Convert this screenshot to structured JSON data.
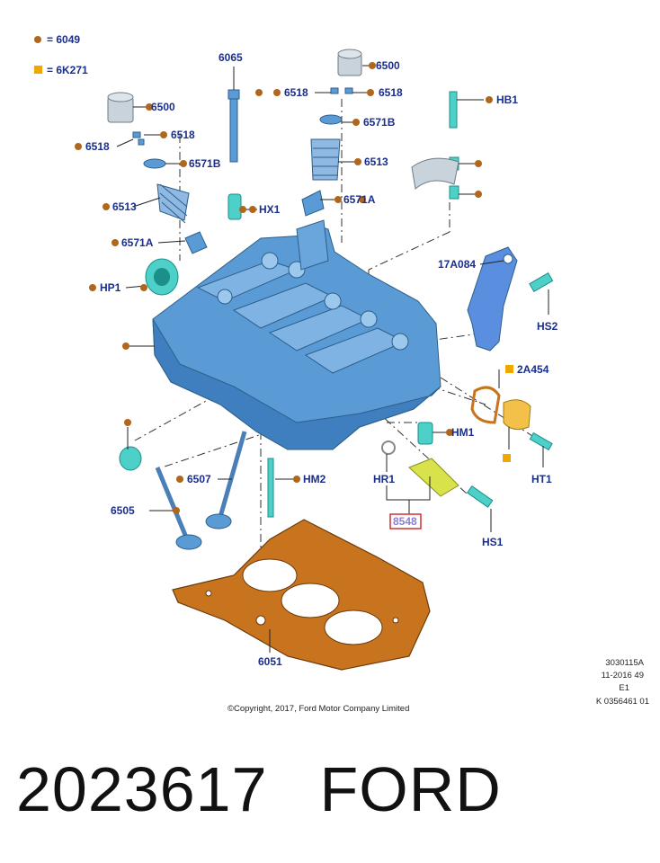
{
  "legend": {
    "round_label": "= 6049",
    "square_label": "= 6K271",
    "round_color": "#b0661c",
    "square_color": "#f0a800"
  },
  "callouts": {
    "c6065": "6065",
    "c6500a": "6500",
    "c6500b": "6500",
    "c6518a": "6518",
    "c6518b": "6518",
    "c6518c": "6518",
    "c6518d": "6518",
    "c6571Ba": "6571B",
    "c6571Bb": "6571B",
    "c6513a": "6513",
    "c6513b": "6513",
    "c6571Aa": "6571A",
    "c6571Ab": "6571A",
    "cHX1": "HX1",
    "cHB1": "HB1",
    "cHP1": "HP1",
    "c17A084": "17A084",
    "cHS2": "HS2",
    "c2A454": "2A454",
    "cHM1": "HM1",
    "cHT1": "HT1",
    "cHR1": "HR1",
    "c8548": "8548",
    "cHS1": "HS1",
    "c6507": "6507",
    "cHM2": "HM2",
    "c6505": "6505",
    "c6051": "6051"
  },
  "info_block": {
    "line1": "3030115A",
    "line2": "11-2016 49",
    "line3": "E1",
    "line4": "K 0356461 01"
  },
  "copyright": "©Copyright, 2017, Ford Motor Company Limited",
  "footer": {
    "part_number": "2023617",
    "brand": "FORD"
  },
  "colors": {
    "callout_text": "#1a2e8c",
    "head_blue": "#5b9bd5",
    "gasket_orange": "#c8741e",
    "highlight_box": "#d32f2f"
  }
}
